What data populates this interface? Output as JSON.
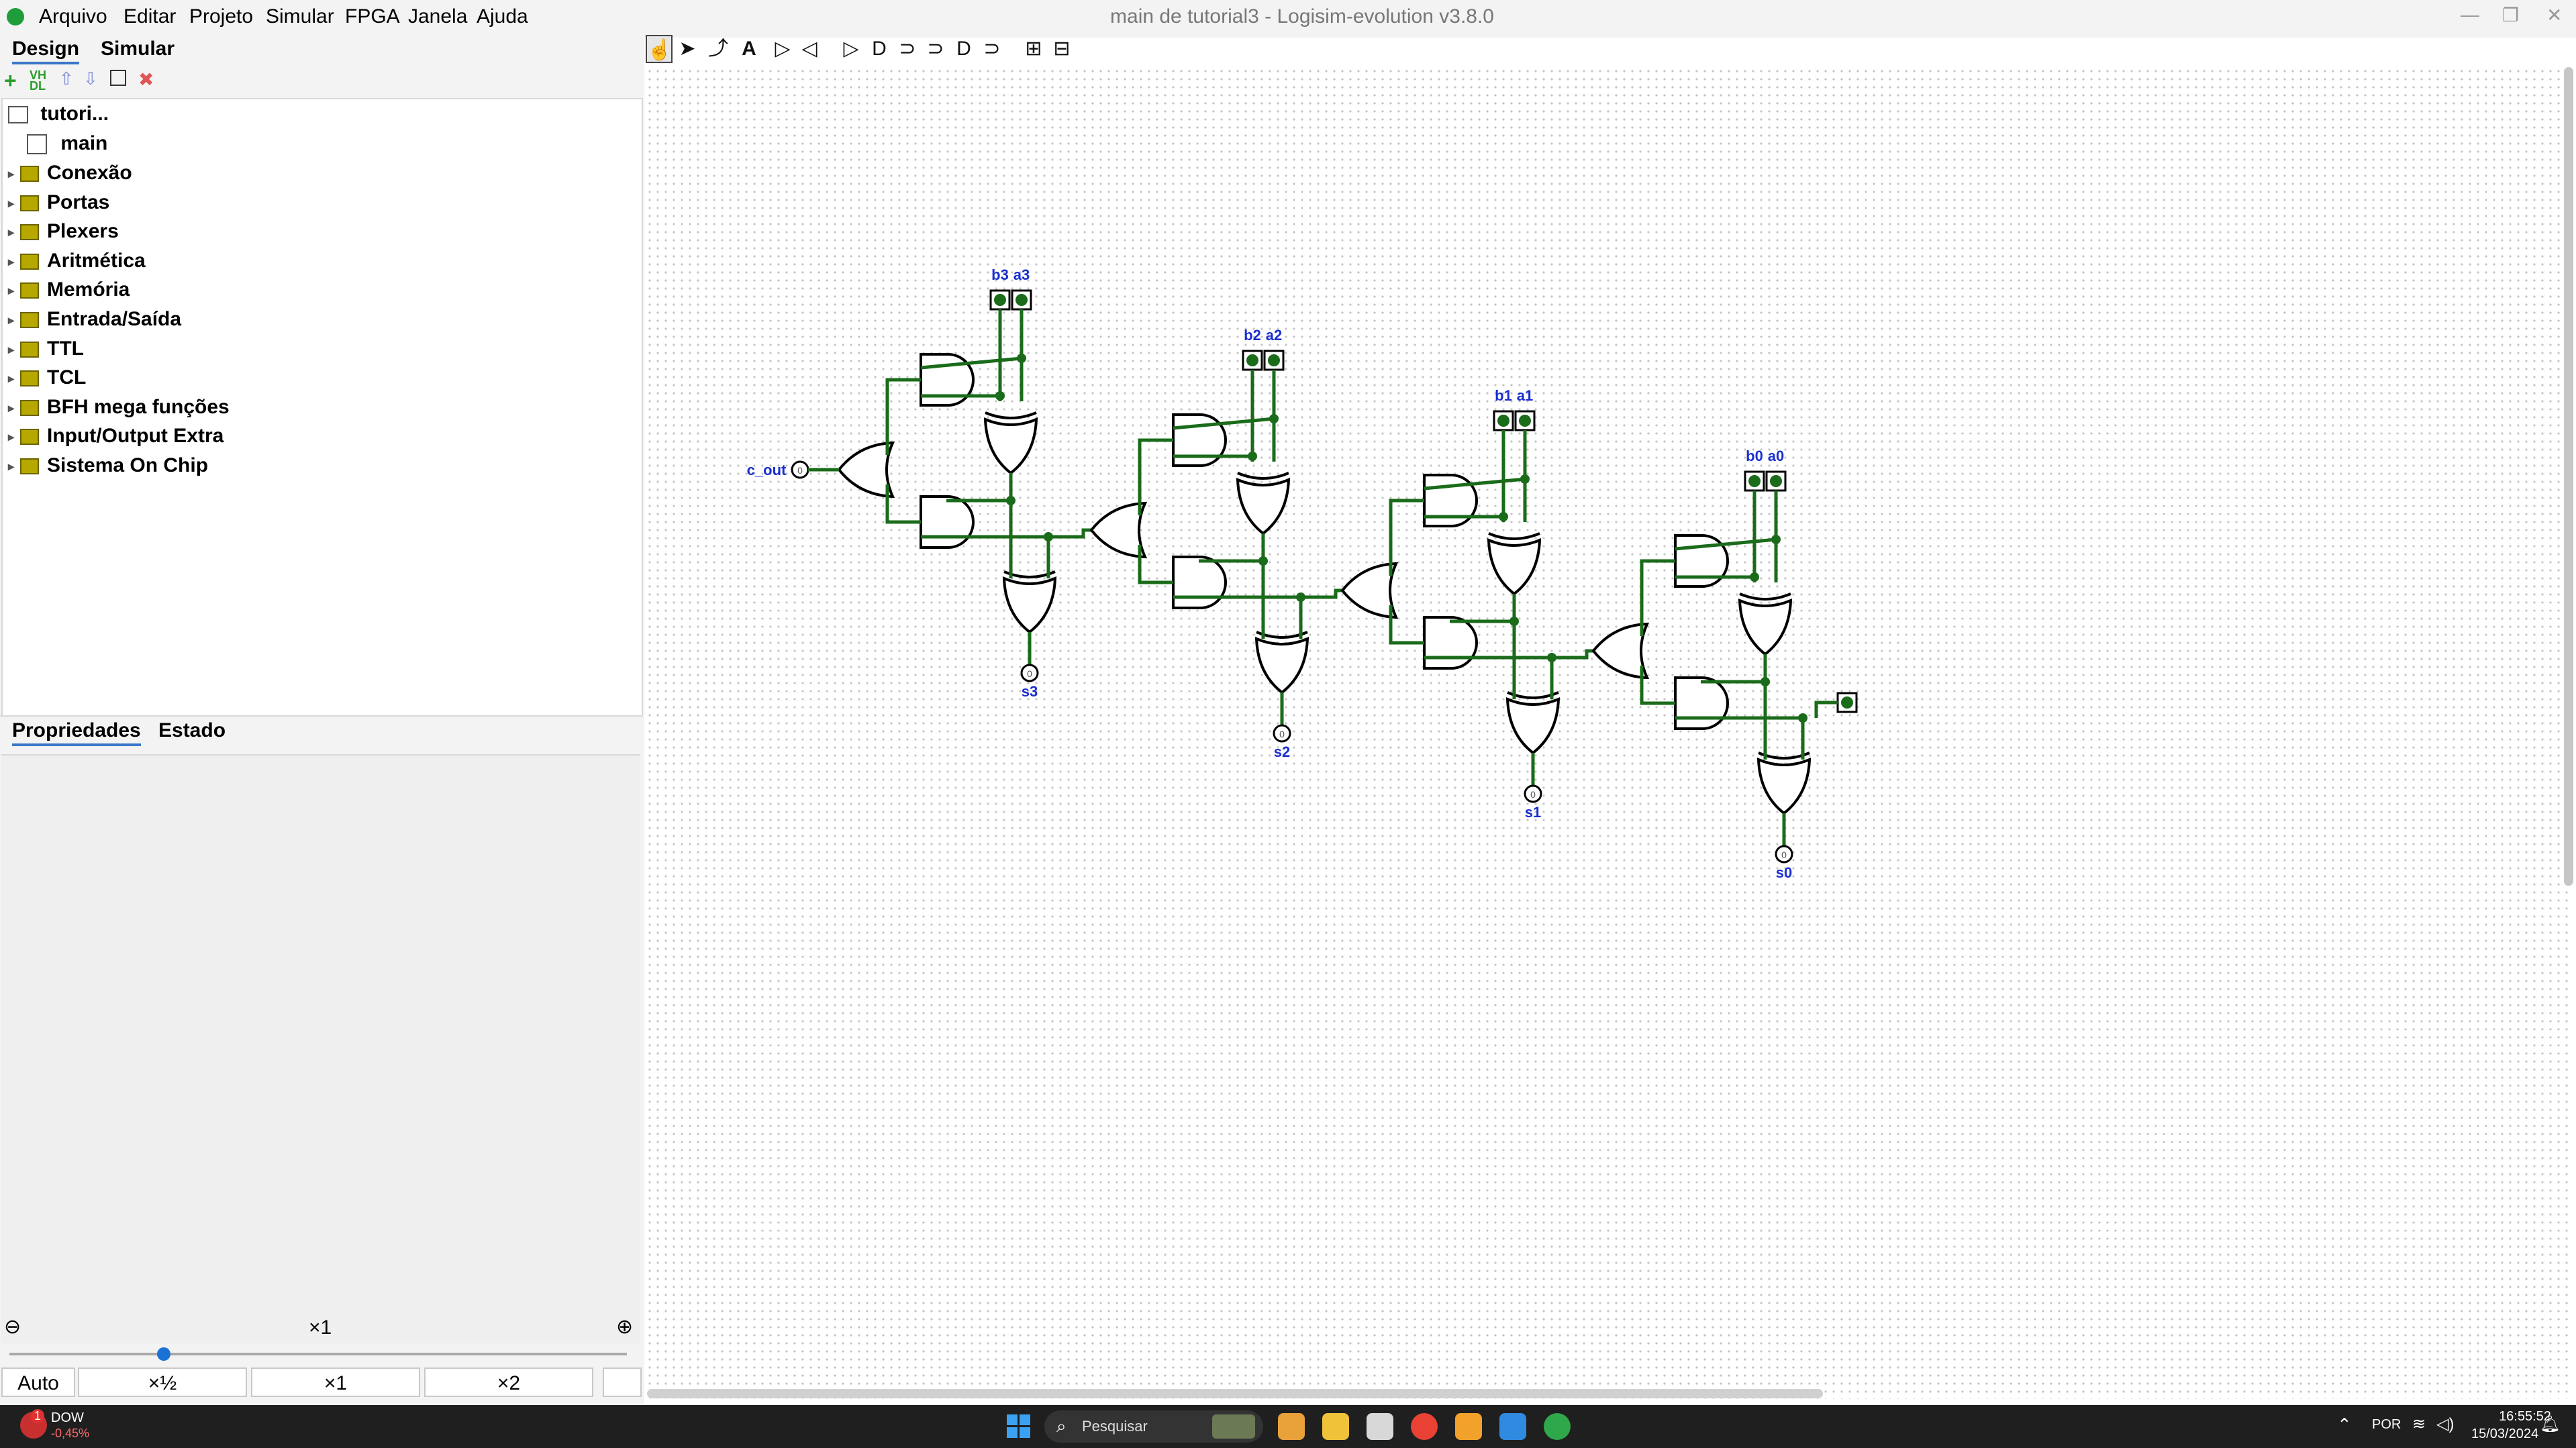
{
  "window": {
    "title": "main de tutorial3 - Logisim-evolution v3.8.0",
    "menu": [
      "Arquivo",
      "Editar",
      "Projeto",
      "Simular",
      "FPGA",
      "Janela",
      "Ajuda"
    ]
  },
  "left_tabs": {
    "design": "Design",
    "simulate": "Simular"
  },
  "tree": {
    "project": "tutori...",
    "circuit": "main",
    "libraries": [
      "Conexão",
      "Portas",
      "Plexers",
      "Aritmética",
      "Memória",
      "Entrada/Saída",
      "TTL",
      "TCL",
      "BFH mega funções",
      "Input/Output Extra",
      "Sistema On Chip"
    ]
  },
  "bottom_tabs": {
    "properties": "Propriedades",
    "state": "Estado"
  },
  "zoom": {
    "current": "×1",
    "slider_level": 0.25,
    "buttons": [
      "Auto",
      "×½",
      "×1",
      "×2"
    ]
  },
  "circuit": {
    "inputs": [
      "b3",
      "a3",
      "b2",
      "a2",
      "b1",
      "a1",
      "b0",
      "a0"
    ],
    "outputs": [
      "s3",
      "s2",
      "s1",
      "s0"
    ],
    "carry_out": "c_out",
    "pin_value": "0",
    "wire_color": "#1a6b1a",
    "label_color": "#1a2fd0"
  },
  "taskbar": {
    "ticker_name": "DOW",
    "ticker_change": "-0,45%",
    "ticker_badge": "1",
    "search": "Pesquisar",
    "lang": "POR",
    "time": "16:55:52",
    "date": "15/03/2024"
  }
}
